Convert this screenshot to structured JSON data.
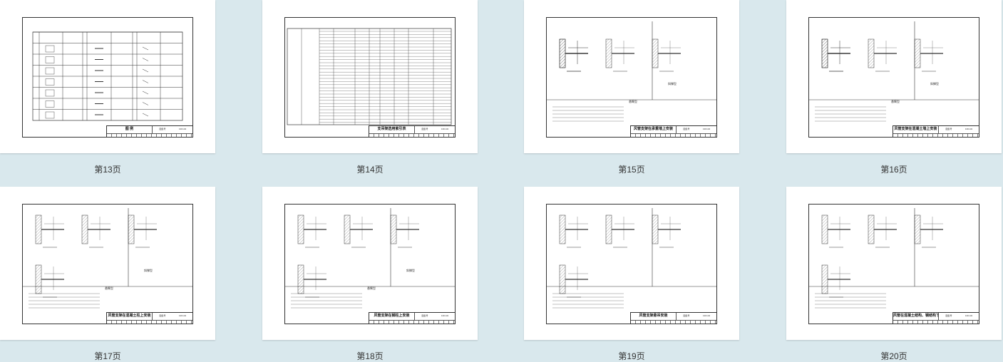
{
  "pages": [
    {
      "label": "第13页",
      "drawing_title": "图 例",
      "kind": "legend"
    },
    {
      "label": "第14页",
      "drawing_title": "支吊架选用索引表",
      "kind": "table"
    },
    {
      "label": "第15页",
      "drawing_title": "风管支架在承重墙上安装",
      "kind": "wall",
      "tags": [
        "悬臂型",
        "斜撑型"
      ]
    },
    {
      "label": "第16页",
      "drawing_title": "风管支架在混凝土墙上安装",
      "kind": "wall2",
      "tags": [
        "悬臂型",
        "斜撑型"
      ]
    },
    {
      "label": "第17页",
      "drawing_title": "风管支架在混凝土柱上安装",
      "kind": "column",
      "tags": [
        "悬臂型",
        "斜撑型"
      ]
    },
    {
      "label": "第18页",
      "drawing_title": "风管支架在钢柱上安装",
      "kind": "steel",
      "tags": [
        "悬臂型",
        "斜撑型"
      ]
    },
    {
      "label": "第19页",
      "drawing_title": "风管支架悬吊安装",
      "kind": "hang"
    },
    {
      "label": "第20页",
      "drawing_title": "风管在混凝土结构、钢结构下垂吊安装",
      "kind": "hang2"
    }
  ],
  "title_block": {
    "atlas_label": "图集号",
    "atlas_no": "13K132"
  }
}
